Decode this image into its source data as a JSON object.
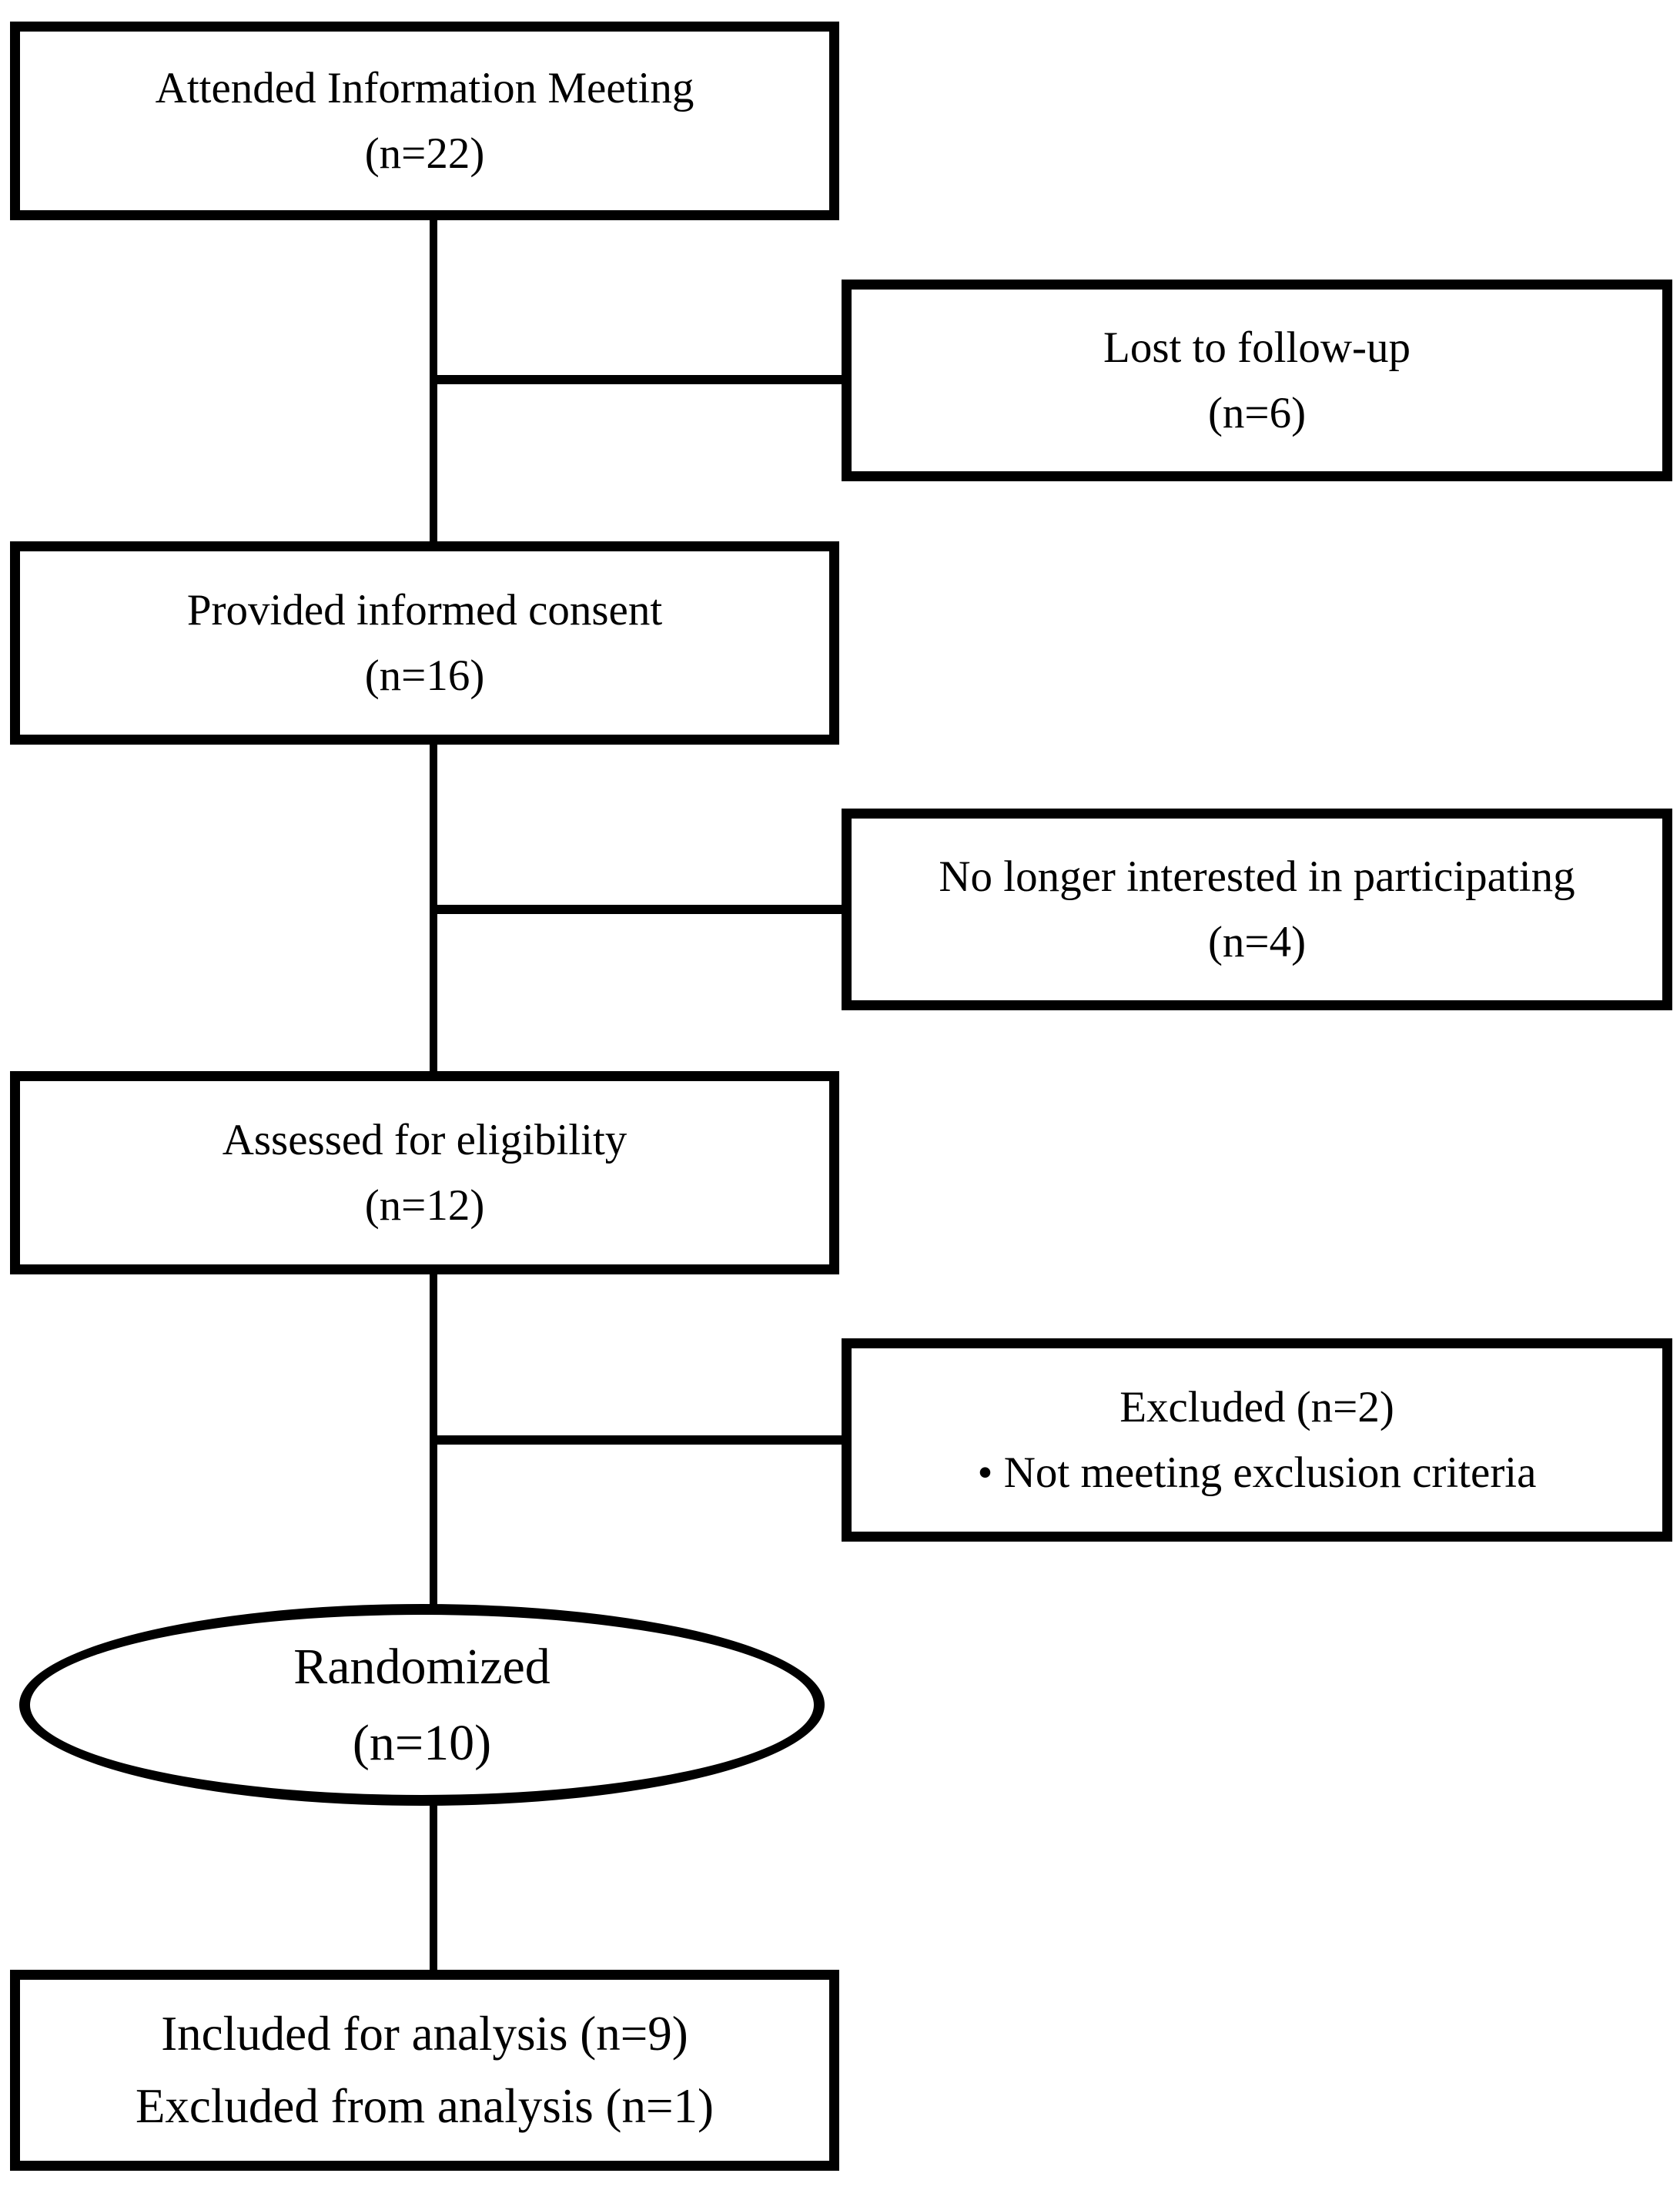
{
  "figure": {
    "type": "consort-flow-diagram",
    "colors": {
      "background": "#ffffff",
      "line": "#000000",
      "text": "#000000",
      "node_fill": "#ffffff"
    },
    "nodes": {
      "attended": {
        "shape": "rect",
        "line1": "Attended Information Meeting",
        "line2": "(n=22)"
      },
      "lost_followup": {
        "shape": "rect",
        "line1": "Lost to follow-up",
        "line2": "(n=6)"
      },
      "consent": {
        "shape": "rect",
        "line1": "Provided informed consent",
        "line2": "(n=16)"
      },
      "not_interested": {
        "shape": "rect",
        "line1": "No longer interested in participating",
        "line2": "(n=4)"
      },
      "assessed": {
        "shape": "rect",
        "line1": "Assessed for eligibility",
        "line2": "(n=12)"
      },
      "excluded": {
        "shape": "rect",
        "line1": "Excluded (n=2)",
        "line2": "• Not meeting exclusion criteria"
      },
      "randomized": {
        "shape": "ellipse",
        "line1": "Randomized",
        "line2": "(n=10)"
      },
      "analysis": {
        "shape": "rect",
        "line1": "Included for analysis (n=9)",
        "line2": "Excluded from analysis (n=1)"
      }
    },
    "edges": [
      {
        "from": "attended",
        "to": "consent"
      },
      {
        "from": "attended",
        "to": "lost_followup",
        "branch": "right"
      },
      {
        "from": "consent",
        "to": "assessed"
      },
      {
        "from": "consent",
        "to": "not_interested",
        "branch": "right"
      },
      {
        "from": "assessed",
        "to": "randomized"
      },
      {
        "from": "assessed",
        "to": "excluded",
        "branch": "right"
      },
      {
        "from": "randomized",
        "to": "analysis"
      }
    ]
  }
}
